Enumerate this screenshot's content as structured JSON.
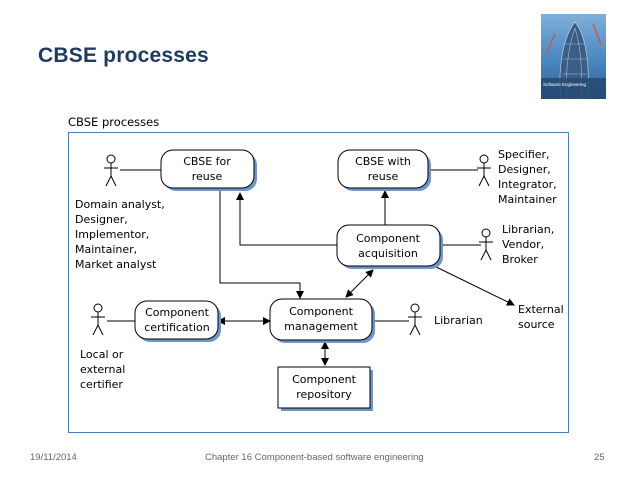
{
  "slide": {
    "title": "CBSE processes",
    "cover_caption": "Software Engineering"
  },
  "diagram": {
    "heading": "CBSE processes",
    "nodes": {
      "cbse_for_reuse": [
        "CBSE for",
        "reuse"
      ],
      "cbse_with_reuse": [
        "CBSE with",
        "reuse"
      ],
      "component_acquisition": [
        "Component",
        "acquisition"
      ],
      "component_certification": [
        "Component",
        "certification"
      ],
      "component_management": [
        "Component",
        "management"
      ],
      "component_repository": [
        "Component",
        "repository"
      ]
    },
    "actors": {
      "domain_analyst": [
        "Domain analyst,",
        "Designer,",
        "Implementor,",
        "Maintainer,",
        "Market analyst"
      ],
      "specifier": [
        "Specifier,",
        "Designer,",
        "Integrator,",
        "Maintainer"
      ],
      "librarian_vendor": [
        "Librarian,",
        "Vendor,",
        "Broker"
      ],
      "librarian": [
        "Librarian"
      ],
      "certifier": [
        "Local or",
        "external",
        "certifier"
      ],
      "external_source": [
        "External",
        "source"
      ]
    }
  },
  "footer": {
    "date": "19/11/2014",
    "chapter": "Chapter 16 Component-based software engineering",
    "page": "25"
  },
  "colors": {
    "title": "#1f3a5f",
    "frame": "#4a7fb5",
    "node_shadow": "#6f95c9"
  }
}
